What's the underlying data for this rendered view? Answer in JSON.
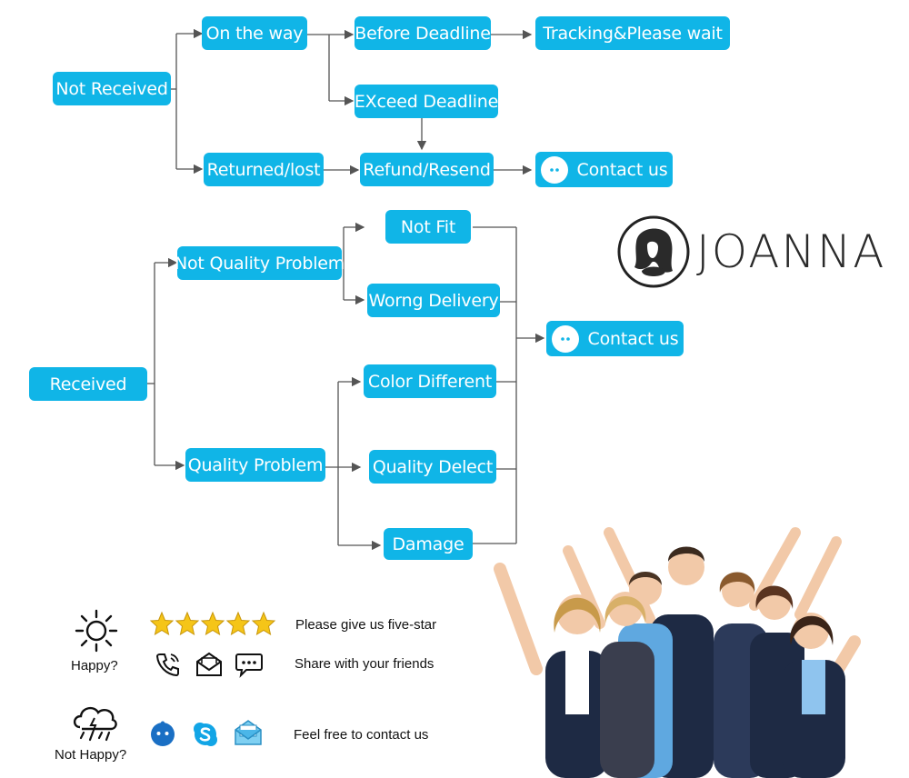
{
  "flow_top": {
    "not_received": "Not Received",
    "on_the_way": "On the way",
    "before_deadline": "Before Deadline",
    "tracking_wait": "Tracking&Please wait",
    "exceed_deadline": "EXceed Deadline",
    "returned_lost": "Returned/lost",
    "refund_resend": "Refund/Resend",
    "contact_us": "Contact us"
  },
  "flow_bottom": {
    "received": "Received",
    "not_quality_problem": "Not Quality Problem",
    "not_fit": "Not Fit",
    "wrong_delivery": "Worng Delivery",
    "quality_problem": "Quality Problem",
    "color_different": "Color Different",
    "quality_defect": "Quality Delect",
    "damage": "Damage",
    "contact_us": "Contact us"
  },
  "brand": {
    "name": "JOANNA"
  },
  "feedback": {
    "happy_label": "Happy?",
    "five_star_text": "Please give us five-star",
    "share_text": "Share with your friends",
    "not_happy_label": "Not Happy?",
    "contact_text": "Feel free to contact us",
    "star_count": 5
  },
  "colors": {
    "node_bg": "#10b5e7",
    "node_text": "#ffffff",
    "line": "#555555",
    "star": "#f5c518"
  }
}
